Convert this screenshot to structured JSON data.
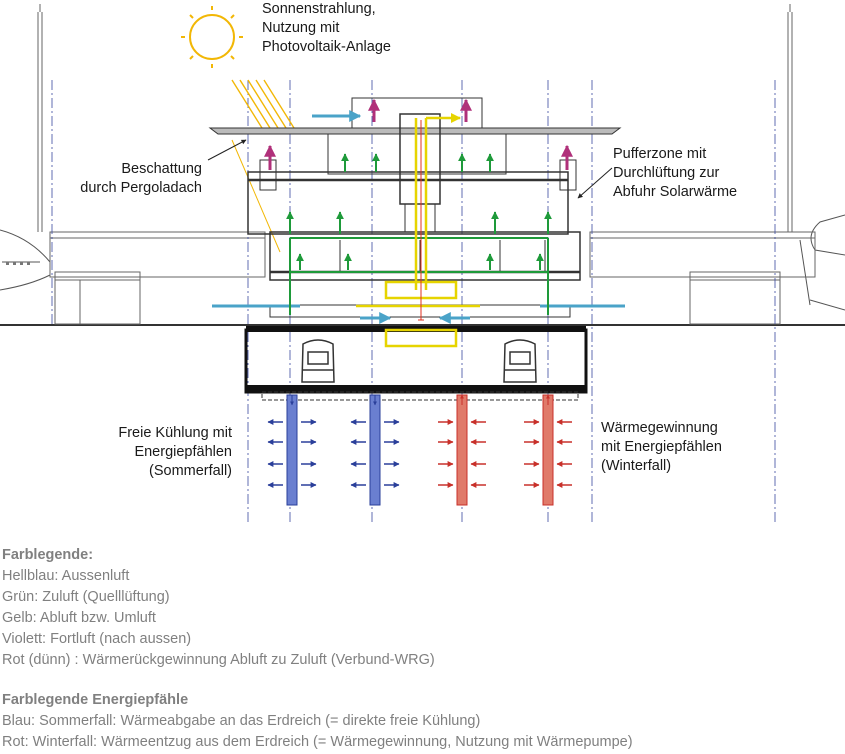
{
  "labels": {
    "sun": [
      "Sonnenstrahlung,",
      "Nutzung mit",
      "Photovoltaik-Anlage"
    ],
    "shading": [
      "Beschattung",
      "durch Pergoladach"
    ],
    "buffer": [
      "Pufferzone mit",
      "Durchlüftung zur",
      "Abfuhr Solarwärme"
    ],
    "cooling": [
      "Freie Kühlung mit",
      "Energiepfählen",
      "(Sommerfall)"
    ],
    "heating": [
      "Wärmegewinnung",
      "mit Energiepfählen",
      "(Winterfall)"
    ]
  },
  "legend1": {
    "title": "Farblegende:",
    "items": [
      "Hellblau: Aussenluft",
      "Grün: Zuluft (Quelllüftung)",
      "Gelb: Abluft bzw. Umluft",
      "Violett: Fortluft (nach aussen)",
      "Rot (dünn) : Wärmerückgewinnung Abluft zu Zuluft (Verbund-WRG)"
    ]
  },
  "legend2": {
    "title": "Farblegende Energiepfähle",
    "items": [
      "Blau: Sommerfall: Wärmeabgabe an das Erdreich (= direkte freie Kühlung)",
      "Rot: Winterfall: Wärmeentzug aus dem Erdreich (= Wärmegewinnung, Nutzung mit Wärmepumpe)"
    ]
  },
  "colors": {
    "outside_air": "#4aa3c8",
    "supply_air": "#1e9a3a",
    "exhaust_air": "#e6d400",
    "discharge_air": "#b0307a",
    "heat_recovery": "#e03020",
    "pile_summer": "#2a3f9a",
    "pile_winter": "#c8302a",
    "sun": "#f2b705"
  },
  "icons": [
    "sun-icon",
    "airplane-icon",
    "train-icon"
  ]
}
